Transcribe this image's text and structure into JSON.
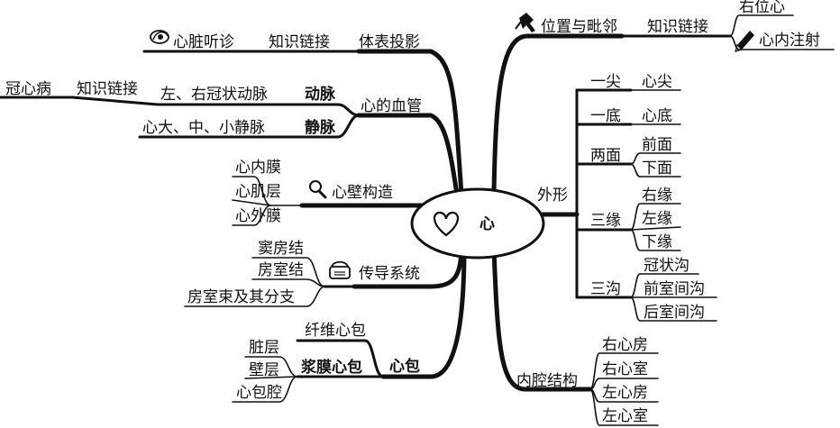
{
  "center": {
    "label": "心",
    "icon": "heart-icon"
  },
  "left": {
    "surface": {
      "label": "体表投影",
      "link": "知识链接",
      "leaf": "心脏听诊",
      "leaf_icon": "stethoscope-icon"
    },
    "vessels": {
      "label": "心的血管",
      "artery": "动脉",
      "artery_detail": "左、右冠状动脉",
      "artery_link": "知识链接",
      "artery_leaf": "冠心病",
      "vein": "静脉",
      "vein_detail": "心大、中、小静脉"
    },
    "wall": {
      "label": "心壁构造",
      "icon": "magnifier-icon",
      "items": [
        "心内膜",
        "心肌层",
        "心外膜"
      ]
    },
    "conduction": {
      "label": "传导系统",
      "icon": "phone-icon",
      "items": [
        "窦房结",
        "房室结",
        "房室束及其分支"
      ]
    },
    "pericardium": {
      "label": "心包",
      "fibrous": "纤维心包",
      "serous": "浆膜心包",
      "serous_items": [
        "脏层",
        "壁层",
        "心包腔"
      ]
    }
  },
  "right": {
    "position": {
      "label": "位置与毗邻",
      "icon": "pin-icon",
      "link": "知识链接",
      "items": [
        "右位心",
        "心内注射"
      ],
      "item_icon": "pencil-icon"
    },
    "shape": {
      "label": "外形",
      "groups": [
        {
          "label": "一尖",
          "items": [
            "心尖"
          ]
        },
        {
          "label": "一底",
          "items": [
            "心底"
          ]
        },
        {
          "label": "两面",
          "items": [
            "前面",
            "下面"
          ]
        },
        {
          "label": "三缘",
          "items": [
            "右缘",
            "左缘",
            "下缘"
          ]
        },
        {
          "label": "三沟",
          "items": [
            "冠状沟",
            "前室间沟",
            "后室间沟"
          ]
        }
      ]
    },
    "cavity": {
      "label": "内腔结构",
      "items": [
        "右心房",
        "右心室",
        "左心房",
        "左心室"
      ]
    }
  }
}
